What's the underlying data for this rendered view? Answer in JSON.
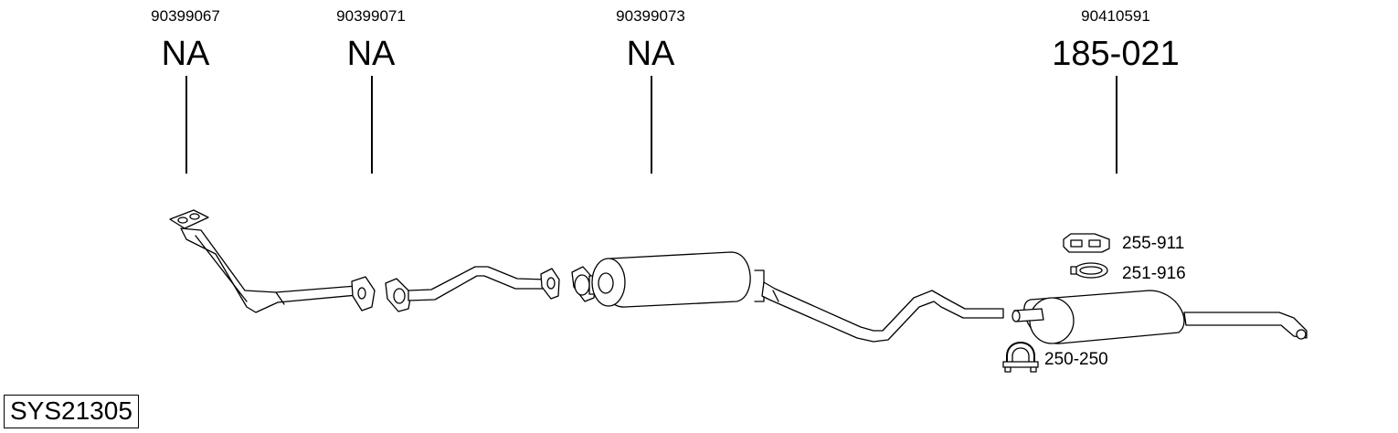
{
  "parts": [
    {
      "oe": "90399067",
      "code": "NA"
    },
    {
      "oe": "90399071",
      "code": "NA"
    },
    {
      "oe": "90399073",
      "code": "NA"
    },
    {
      "oe": "90410591",
      "code": "185-021"
    }
  ],
  "accessories": [
    {
      "code": "255-911",
      "icon": "rubber-mount-icon"
    },
    {
      "code": "251-916",
      "icon": "pipe-clamp-ring-icon"
    },
    {
      "code": "250-250",
      "icon": "u-bolt-clamp-icon"
    }
  ],
  "system_code": "SYS21305"
}
